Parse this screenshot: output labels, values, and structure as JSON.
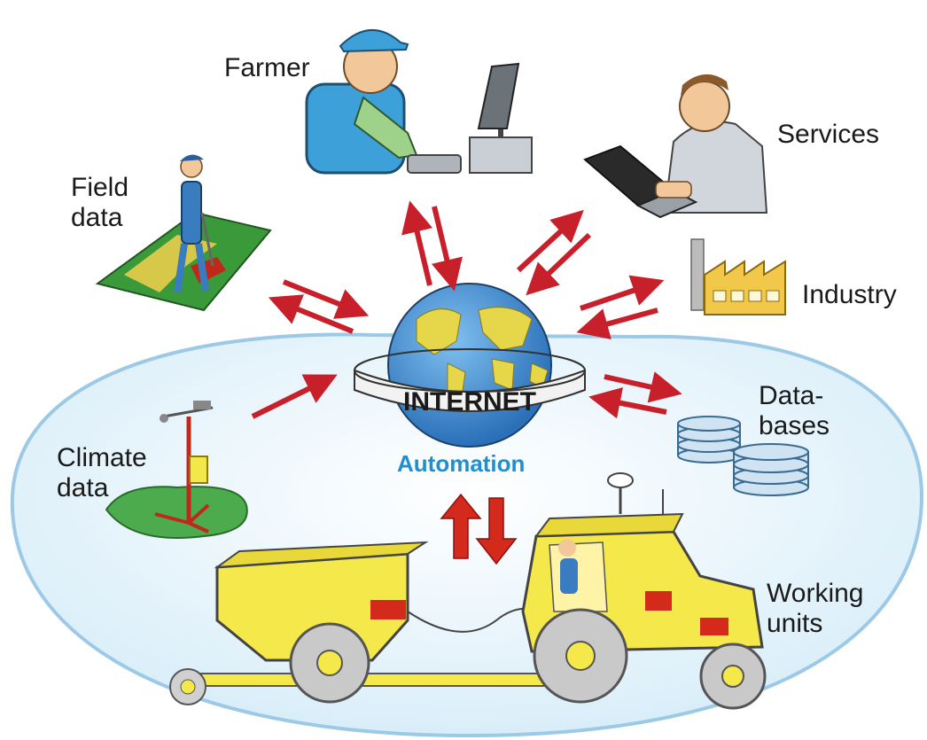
{
  "labels": {
    "farmer": "Farmer",
    "services": "Services",
    "field_data": [
      "Field",
      "data"
    ],
    "industry": "Industry",
    "databases": [
      "Data-",
      "bases"
    ],
    "climate_data": [
      "Climate",
      "data"
    ],
    "working_units": [
      "Working",
      "units"
    ],
    "internet": "INTERNET",
    "automation": "Automation"
  },
  "colors": {
    "arrow": "#c8202a",
    "zone_fill": "#e3f2fb",
    "zone_stroke": "#9cc9e6",
    "machine": "#f4e84a",
    "globe_ocean": "#3d8fd6",
    "globe_land": "#e6d64a"
  }
}
